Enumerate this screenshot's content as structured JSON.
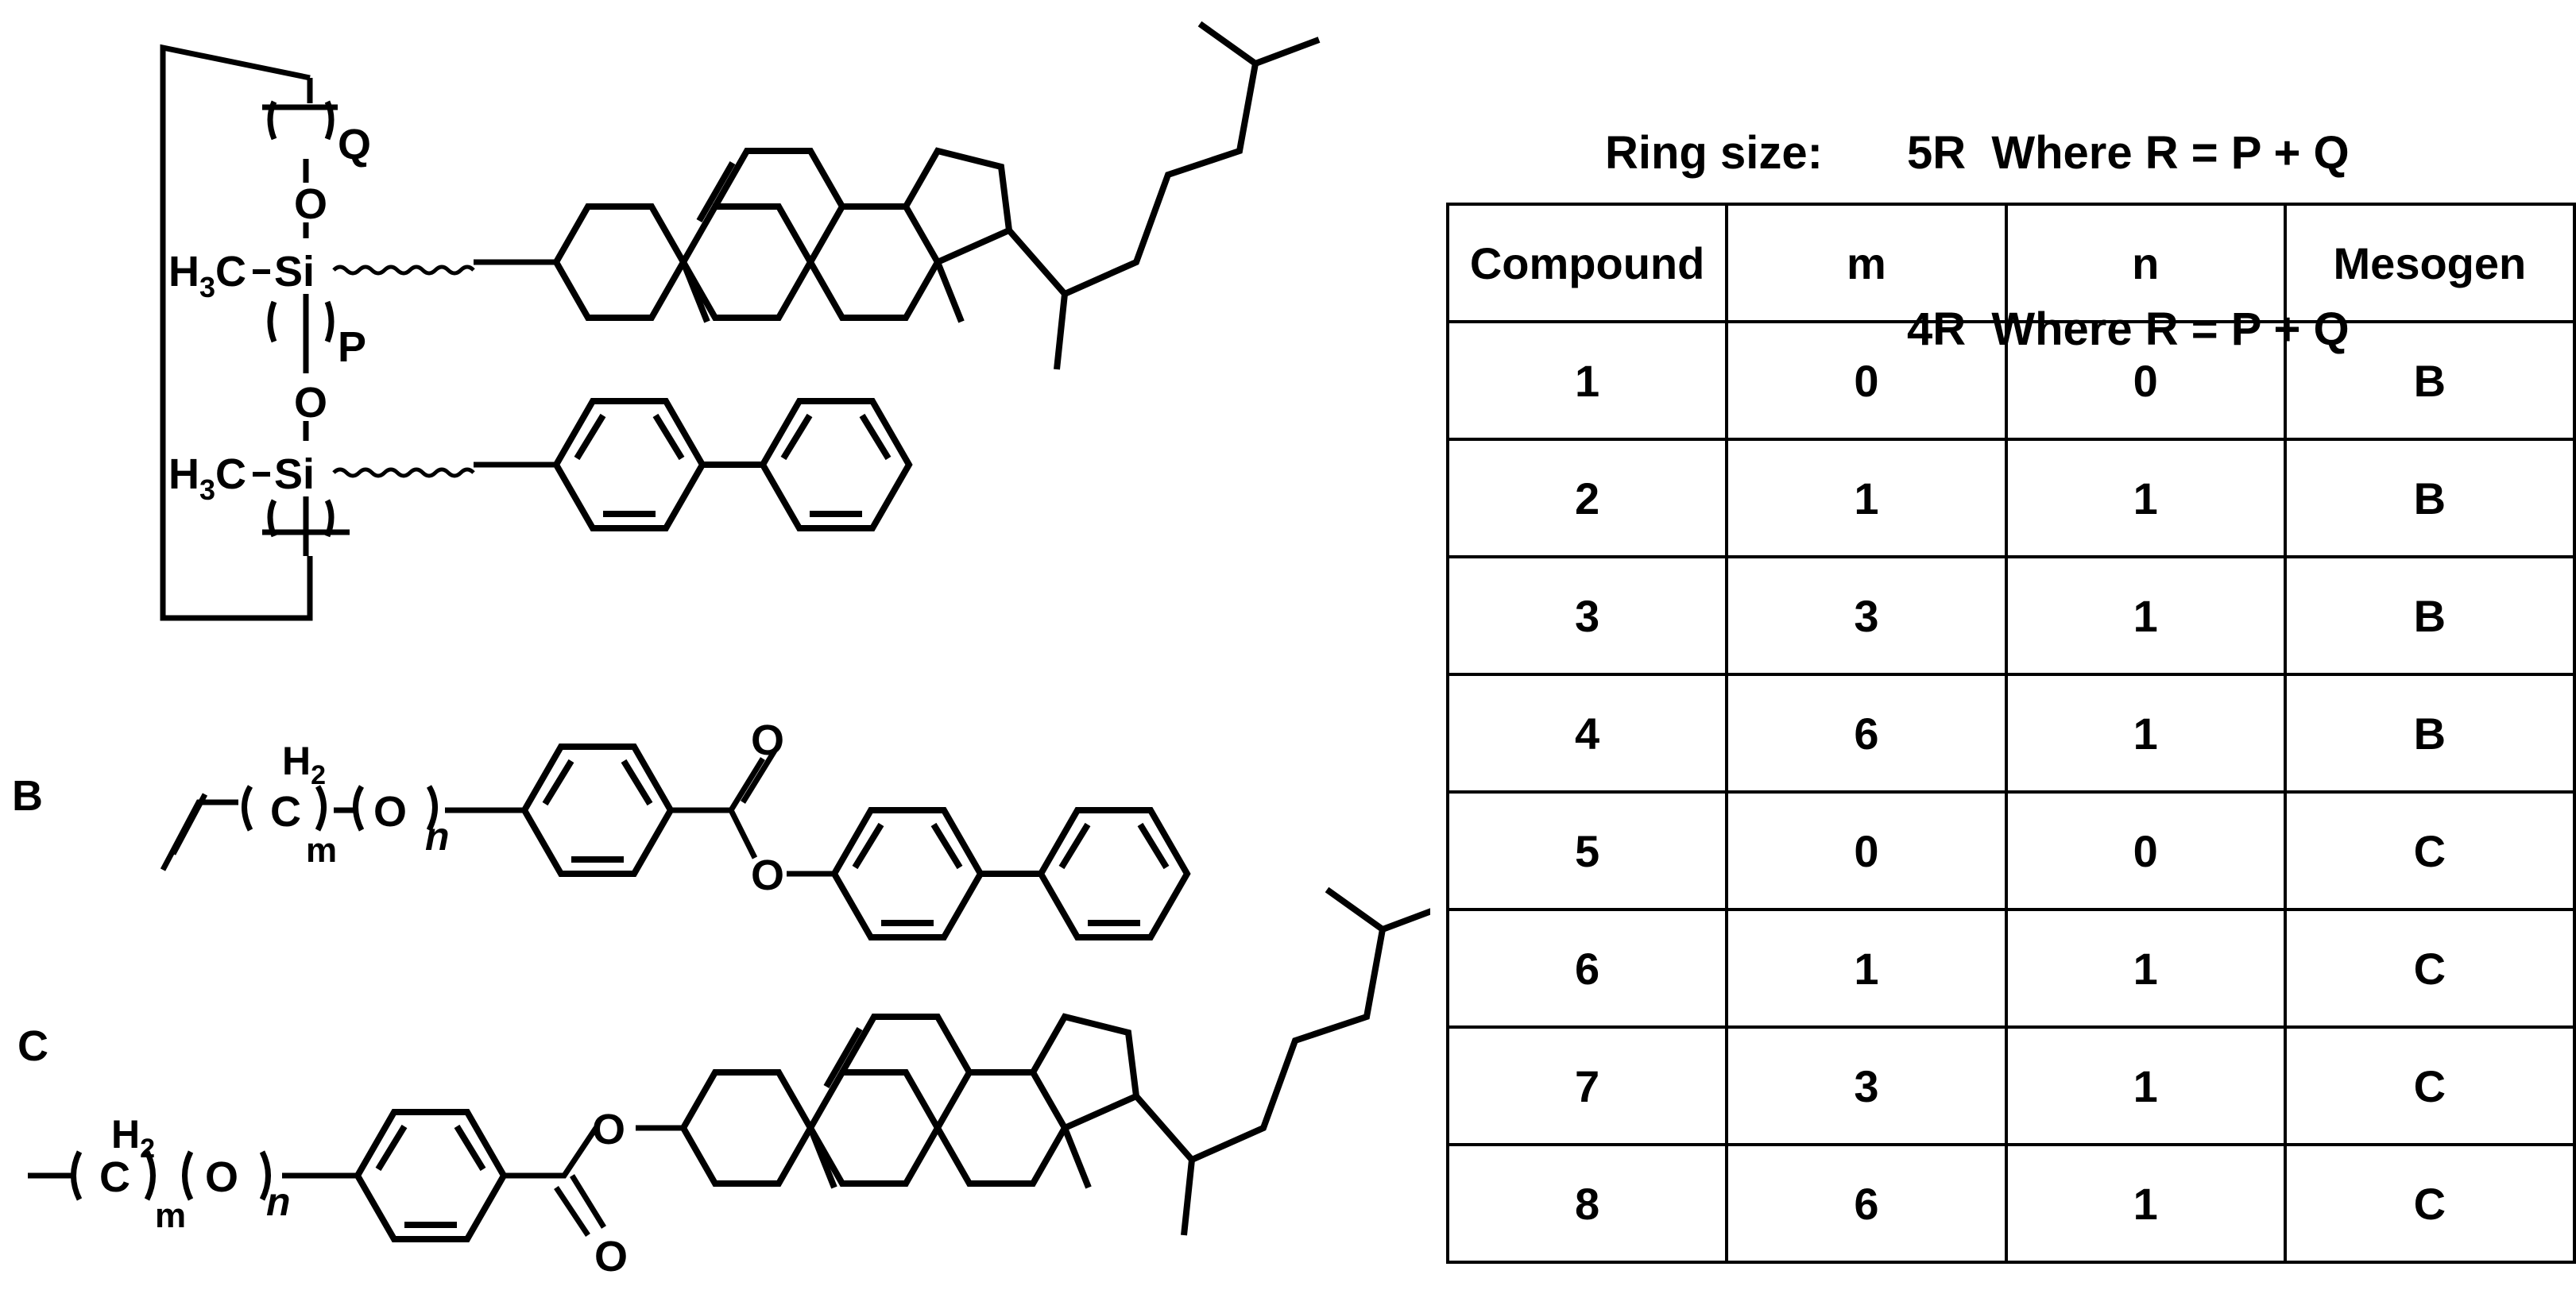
{
  "ring_size": {
    "label": "Ring size:",
    "line1": "5R  Where R = P + Q",
    "line2": "4R  Where R = P + Q"
  },
  "structures": {
    "siloxane": {
      "h3c": "H",
      "h3c_sub": "3",
      "h3c_c": "C",
      "si": "Si",
      "o": "O",
      "p": "P",
      "q": "Q"
    },
    "label_b": "B",
    "label_c": "C",
    "h2": "H",
    "h2_sub": "2",
    "c": "C",
    "o": "O",
    "m": "m",
    "n": "n"
  },
  "table": {
    "headers": [
      "Compound",
      "m",
      "n",
      "Mesogen"
    ],
    "rows": [
      [
        "1",
        "0",
        "0",
        "B"
      ],
      [
        "2",
        "1",
        "1",
        "B"
      ],
      [
        "3",
        "3",
        "1",
        "B"
      ],
      [
        "4",
        "6",
        "1",
        "B"
      ],
      [
        "5",
        "0",
        "0",
        "C"
      ],
      [
        "6",
        "1",
        "1",
        "C"
      ],
      [
        "7",
        "3",
        "1",
        "C"
      ],
      [
        "8",
        "6",
        "1",
        "C"
      ]
    ]
  }
}
